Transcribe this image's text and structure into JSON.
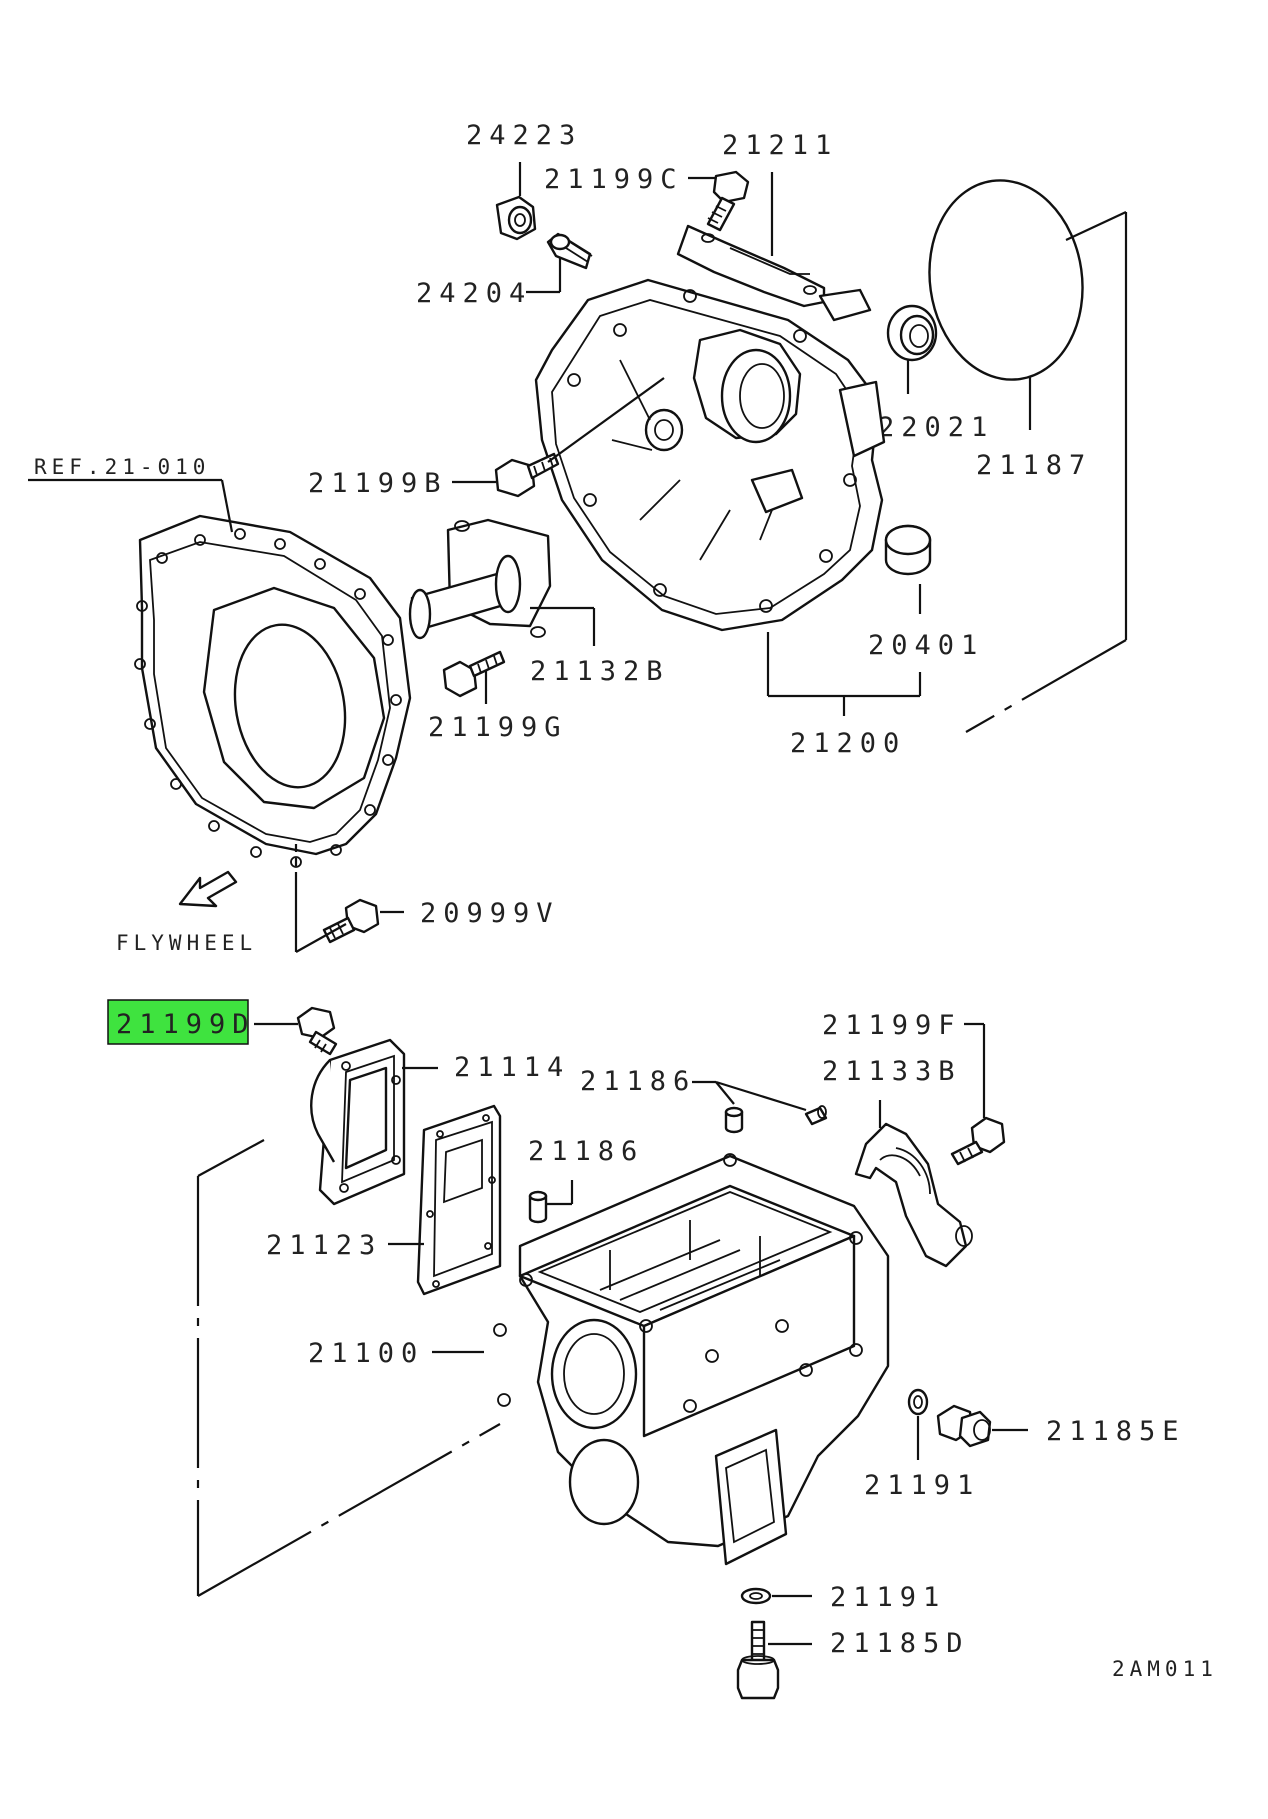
{
  "diagram": {
    "highlight_color": "#3fe33f",
    "labels": {
      "p24223": "24223",
      "p21211": "21211",
      "p21199C": "21199C",
      "p24204": "24204",
      "p22021": "22021",
      "p21187": "21187",
      "ref21010": "REF.21-010",
      "p21199B": "21199B",
      "p21132B": "21132B",
      "p20401": "20401",
      "p21199G": "21199G",
      "p21200": "21200",
      "p20999V": "20999V",
      "flywheel": "FLYWHEEL",
      "p21199D_highlight": "21199D",
      "p21114": "21114",
      "p21186_a": "21186",
      "p21199F": "21199F",
      "p21133B": "21133B",
      "p21186_b": "21186",
      "p21123": "21123",
      "p21100": "21100",
      "p21185E": "21185E",
      "p21191_a": "21191",
      "p21191_b": "21191",
      "p21185D": "21185D",
      "diagram_code": "2AM011"
    }
  }
}
